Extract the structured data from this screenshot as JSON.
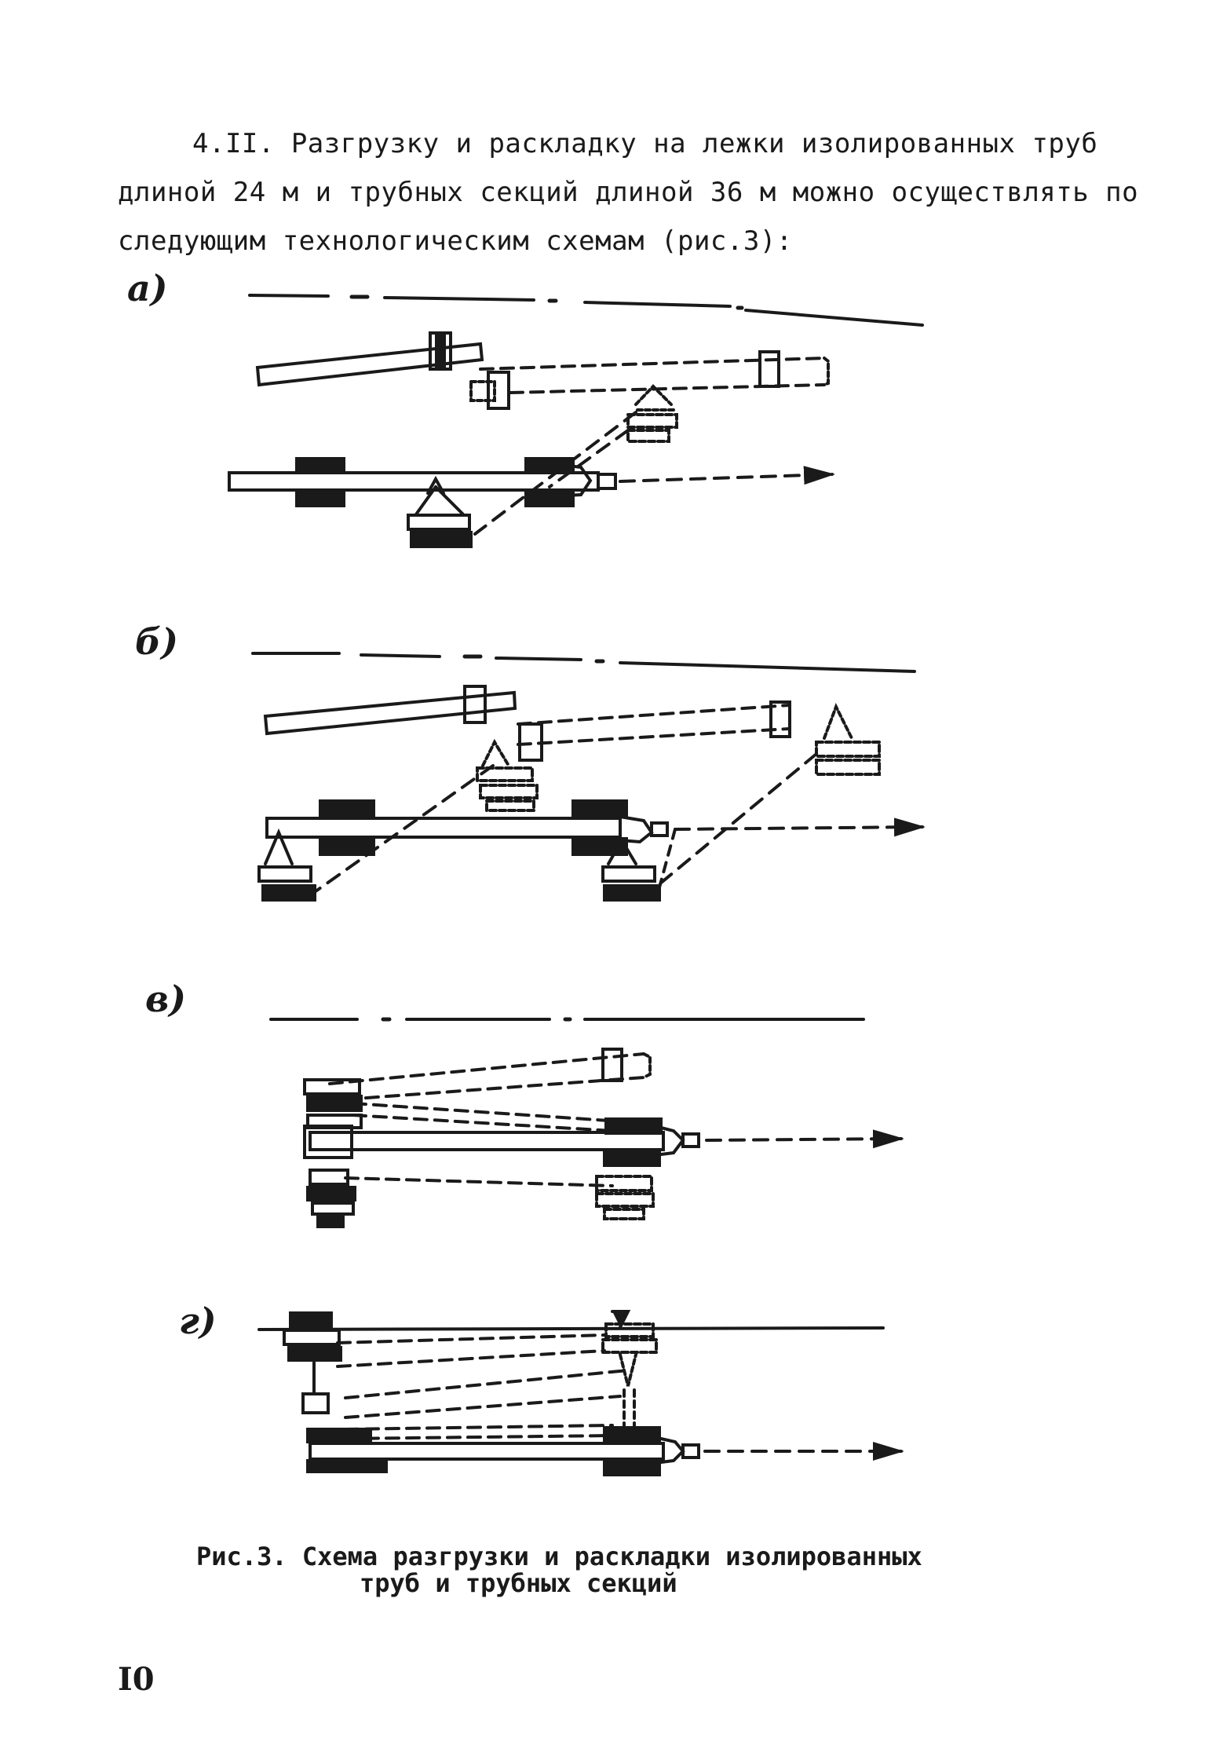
{
  "text": {
    "line1": "4.II. Разгрузку и раскладку на лежки изолированных труб",
    "line2": "длиной 24 м и трубных секций длиной 36 м можно осуществлять по",
    "line3": "следующим технологическим схемам (рис.3):"
  },
  "figure": {
    "labels": {
      "a": "а)",
      "b": "б)",
      "v": "в)",
      "g": "г)"
    }
  },
  "caption": {
    "line1": "Рис.3. Схема разгрузки и раскладки изолированных",
    "line2": "труб и трубных секций"
  },
  "page_number": "I0"
}
